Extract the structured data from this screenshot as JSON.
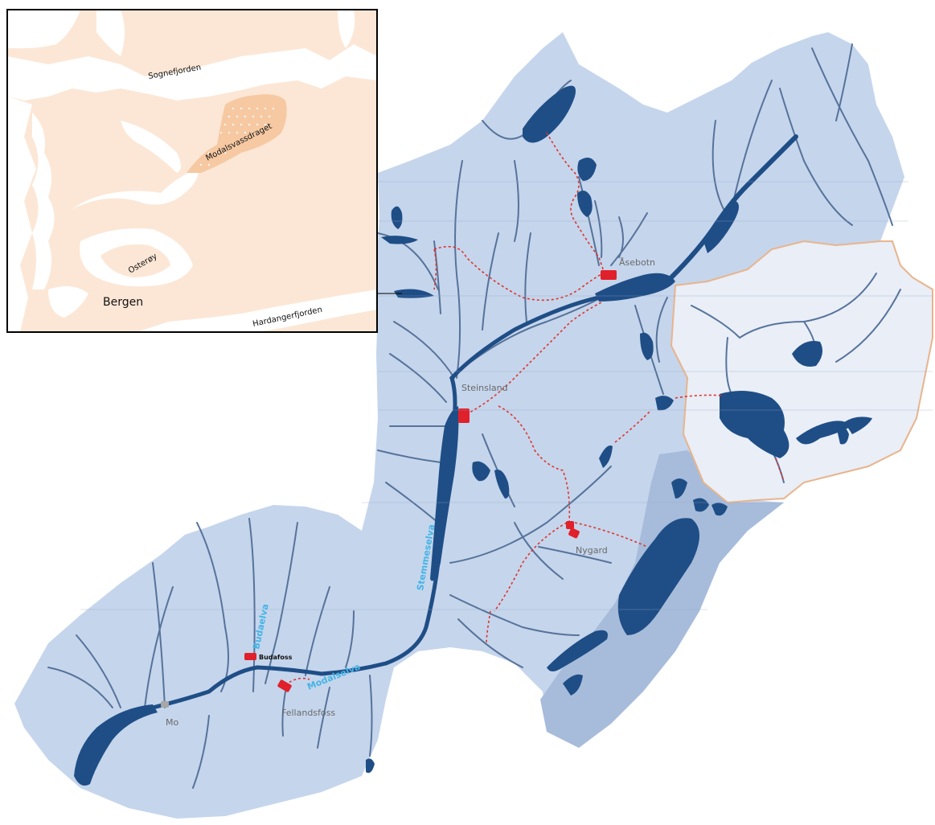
{
  "colors": {
    "catchment": "#c5d5ec",
    "catchment_light": "#e9eef7",
    "catchment_dark": "#a7bcdb",
    "water": "#1f4e86",
    "river": "#56739a",
    "road": "#e0322a",
    "plant": "#e0202a",
    "land": "#fce7d6",
    "sea": "#ffffff",
    "highlight": "#f6c9a2",
    "river_label": "#45b4e6"
  },
  "inset": {
    "labels": {
      "sognefjorden": "Sognefjorden",
      "modalsvassdraget": "Modalsvassdraget",
      "osteroy": "Osterøy",
      "bergen": "Bergen",
      "hardangerfjorden": "Hardangerfjorden"
    }
  },
  "places": {
    "asebotn": "Åsebotn",
    "steinsland": "Steinsland",
    "nygard": "Nygard",
    "fellandsfoss": "Fellandsfoss",
    "mo": "Mo",
    "budafoss": "Budafoss"
  },
  "rivers": {
    "stemmeselva": "Stemmeselva",
    "budafoss_river": "Budaelva",
    "modalselva": "Modalselva"
  }
}
